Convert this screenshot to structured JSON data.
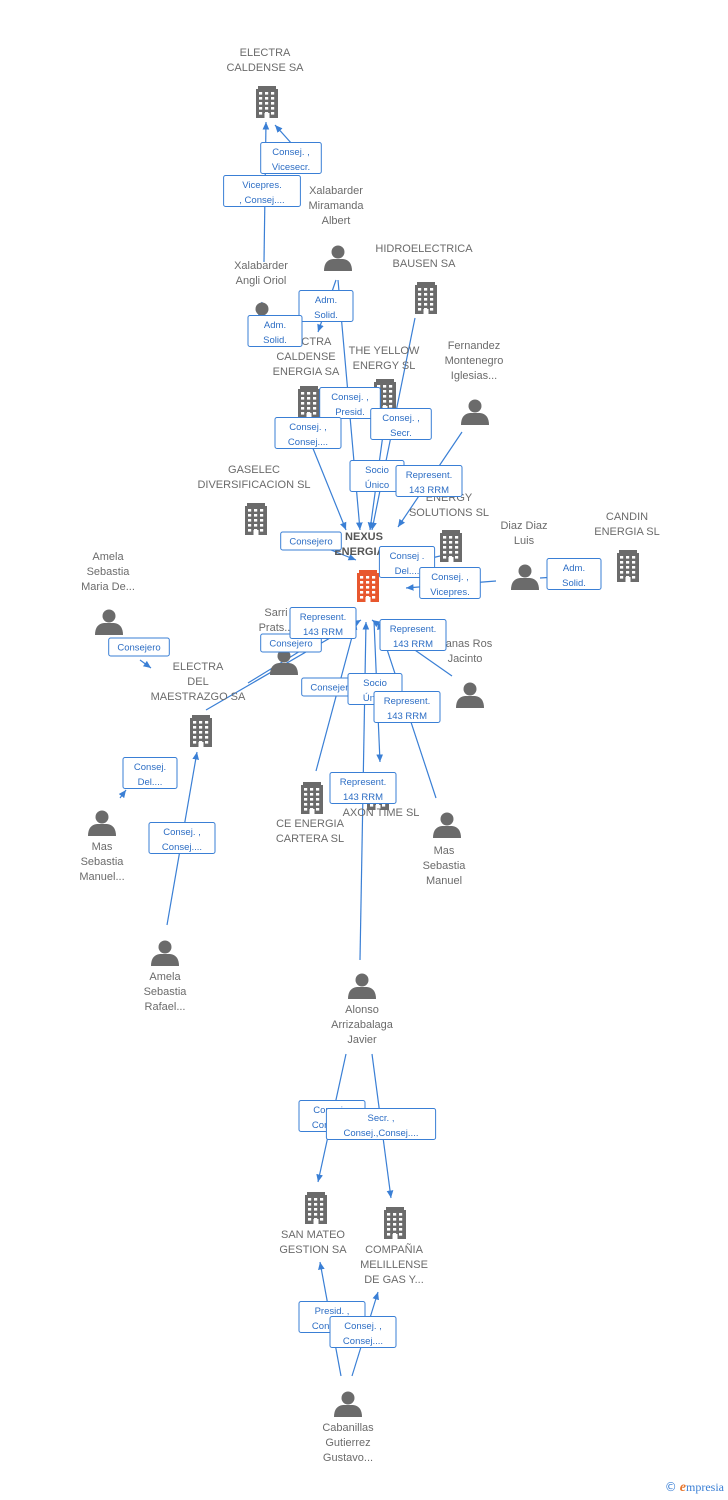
{
  "colors": {
    "edge": "#3a7fd5",
    "icon": "#6b6b6b",
    "focus_icon": "#e8572e",
    "label": "#6b6b6b",
    "badge_text": "#2c6dc4"
  },
  "brand": {
    "copyright": "©",
    "initial": "e",
    "rest": "mpresia"
  },
  "nodes": [
    {
      "id": "electra_caldense",
      "type": "company",
      "icon": "building-icon",
      "label": [
        "ELECTRA",
        "CALDENSE SA"
      ]
    },
    {
      "id": "xalabarder_albert",
      "type": "person",
      "icon": "person-icon",
      "label": [
        "Xalabarder",
        "Miramanda",
        "Albert"
      ]
    },
    {
      "id": "xalabarder_oriol",
      "type": "person",
      "icon": "person-icon",
      "label": [
        "Xalabarder",
        "Angli Oriol"
      ]
    },
    {
      "id": "hidroelectrica",
      "type": "company",
      "icon": "building-icon",
      "label": [
        "HIDROELECTRICA",
        "BAUSEN SA"
      ]
    },
    {
      "id": "electra_caldense_energia",
      "type": "company",
      "icon": "building-icon",
      "label": [
        "ELECTRA",
        "CALDENSE",
        "ENERGIA SA"
      ]
    },
    {
      "id": "yellow_energy",
      "type": "company",
      "icon": "building-icon",
      "label": [
        "THE YELLOW",
        "ENERGY SL"
      ]
    },
    {
      "id": "fernandez",
      "type": "person",
      "icon": "person-icon",
      "label": [
        "Fernandez",
        "Montenegro",
        "Iglesias..."
      ]
    },
    {
      "id": "gaselec",
      "type": "company",
      "icon": "building-icon",
      "label": [
        "GASELEC",
        "DIVERSIFICACION SL"
      ]
    },
    {
      "id": "energy_solutions",
      "type": "company",
      "icon": "building-icon",
      "label": [
        "ENERGY",
        "SOLUTIONS SL"
      ]
    },
    {
      "id": "nexus",
      "type": "company",
      "icon": "building-icon",
      "focus": true,
      "label": [
        "NEXUS",
        "ENERGIA..."
      ]
    },
    {
      "id": "diaz_diaz",
      "type": "person",
      "icon": "person-icon",
      "label": [
        "Diaz Diaz",
        "Luis"
      ]
    },
    {
      "id": "candin",
      "type": "company",
      "icon": "building-icon",
      "label": [
        "CANDIN",
        "ENERGIA SL"
      ]
    },
    {
      "id": "amela_maria",
      "type": "person",
      "icon": "person-icon",
      "label": [
        "Amela",
        "Sebastia",
        "Maria De..."
      ]
    },
    {
      "id": "sarri_prats",
      "type": "person",
      "icon": "person-icon",
      "label": [
        "Sarri",
        "Prats..."
      ]
    },
    {
      "id": "canas_ros",
      "type": "person",
      "icon": "person-icon",
      "label": [
        "Canas Ros",
        "Jacinto"
      ]
    },
    {
      "id": "electra_maestrazgo",
      "type": "company",
      "icon": "building-icon",
      "label": [
        "ELECTRA",
        "DEL",
        "MAESTRAZGO SA"
      ]
    },
    {
      "id": "ce_energia",
      "type": "company",
      "icon": "building-icon",
      "label": [
        "CE ENERGIA",
        "CARTERA SL"
      ]
    },
    {
      "id": "axon_time",
      "type": "company",
      "icon": "building-icon",
      "label": [
        "AXON TIME SL"
      ]
    },
    {
      "id": "mas_manuel_left",
      "type": "person",
      "icon": "person-icon",
      "label": [
        "Mas",
        "Sebastia",
        "Manuel..."
      ]
    },
    {
      "id": "mas_manuel_right",
      "type": "person",
      "icon": "person-icon",
      "label": [
        "Mas",
        "Sebastia",
        "Manuel"
      ]
    },
    {
      "id": "amela_rafael",
      "type": "person",
      "icon": "person-icon",
      "label": [
        "Amela",
        "Sebastia",
        "Rafael..."
      ]
    },
    {
      "id": "alonso",
      "type": "person",
      "icon": "person-icon",
      "label": [
        "Alonso",
        "Arrizabalaga",
        "Javier"
      ]
    },
    {
      "id": "san_mateo",
      "type": "company",
      "icon": "building-icon",
      "label": [
        "SAN MATEO",
        "GESTION SA"
      ]
    },
    {
      "id": "melillense",
      "type": "company",
      "icon": "building-icon",
      "label": [
        "COMPAÑIA",
        "MELILLENSE",
        "DE GAS Y..."
      ]
    },
    {
      "id": "cabanillas",
      "type": "person",
      "icon": "person-icon",
      "label": [
        "Cabanillas",
        "Gutierrez",
        "Gustavo..."
      ]
    }
  ],
  "edges": [
    {
      "from": "xalabarder_albert",
      "to": "electra_caldense",
      "label": [
        "Consej. ,",
        "Vicesecr."
      ]
    },
    {
      "from": "xalabarder_oriol",
      "to": "electra_caldense",
      "label": [
        "Vicepres.",
        ", Consej...."
      ]
    },
    {
      "from": "xalabarder_albert",
      "to": "electra_caldense_energia",
      "label": [
        "Adm.",
        "Solid."
      ]
    },
    {
      "from": "xalabarder_oriol",
      "to": "electra_caldense_energia",
      "label": [
        "Adm.",
        "Solid."
      ]
    },
    {
      "from": "xalabarder_albert",
      "to": "nexus",
      "label": [
        "Consej. ,",
        "Presid."
      ]
    },
    {
      "from": "xalabarder_oriol",
      "to": "nexus",
      "label": [
        "Consej. ,",
        "Consej...."
      ]
    },
    {
      "from": "hidroelectrica",
      "to": "nexus",
      "label": [
        "Consej. ,",
        "Secr."
      ]
    },
    {
      "from": "yellow_energy",
      "to": "nexus",
      "label": [
        "Socio",
        "Único"
      ]
    },
    {
      "from": "fernandez",
      "to": "nexus",
      "label": [
        "Represent.",
        "143 RRM"
      ]
    },
    {
      "from": "gaselec",
      "to": "nexus",
      "label": [
        "Consejero"
      ]
    },
    {
      "from": "energy_solutions",
      "to": "nexus",
      "label": [
        "Consej .",
        "Del...."
      ]
    },
    {
      "from": "diaz_diaz",
      "to": "nexus",
      "label": [
        "Consej. ,",
        "Vicepres."
      ]
    },
    {
      "from": "diaz_diaz",
      "to": "candin",
      "label": [
        "Adm.",
        "Solid."
      ]
    },
    {
      "from": "amela_maria",
      "to": "electra_maestrazgo",
      "label": [
        "Consejero"
      ]
    },
    {
      "from": "sarri_prats",
      "to": "nexus",
      "label": [
        "Consejero"
      ]
    },
    {
      "from": "electra_maestrazgo",
      "to": "nexus",
      "label": [
        "Represent.",
        "143 RRM"
      ]
    },
    {
      "from": "canas_ros",
      "to": "nexus",
      "label": [
        "Represent.",
        "143 RRM"
      ]
    },
    {
      "from": "ce_energia",
      "to": "nexus",
      "label": [
        "Consejero"
      ]
    },
    {
      "from": "nexus",
      "to": "axon_time",
      "label": [
        "Socio",
        "Único"
      ]
    },
    {
      "from": "mas_manuel_right",
      "to": "nexus",
      "label": [
        "Represent.",
        "143 RRM"
      ]
    },
    {
      "from": "alonso",
      "to": "nexus",
      "label": [
        "Represent.",
        "143 RRM"
      ]
    },
    {
      "from": "mas_manuel_left",
      "to": "electra_maestrazgo",
      "label": [
        "Consej.",
        "Del...."
      ]
    },
    {
      "from": "amela_rafael",
      "to": "electra_maestrazgo",
      "label": [
        "Consej. ,",
        "Consej...."
      ]
    },
    {
      "from": "alonso",
      "to": "san_mateo",
      "label": [
        "Consej. ,",
        "Consej...."
      ]
    },
    {
      "from": "alonso",
      "to": "melillense",
      "label": [
        "Secr. ,",
        "Consej.,Consej...."
      ]
    },
    {
      "from": "cabanillas",
      "to": "san_mateo",
      "label": [
        "Presid. ,",
        "Consej...."
      ]
    },
    {
      "from": "cabanillas",
      "to": "melillense",
      "label": [
        "Consej. ,",
        "Consej...."
      ]
    }
  ]
}
